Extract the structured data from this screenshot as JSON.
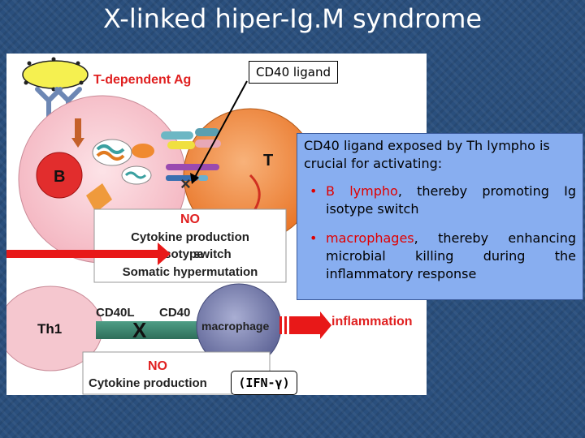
{
  "title": "X-linked hiper-Ig.M syndrome",
  "callout": {
    "label": "CD40 ligand"
  },
  "figure": {
    "t_dependent_ag": "T-dependent Ag",
    "b_cell": "B",
    "t_cell": "T",
    "no_1": "NO",
    "cytokine_production": "Cytokine production",
    "isotype": "Isotype",
    "switch": "switch",
    "somatic_hypermutation": "Somatic hypermutation",
    "th1": "Th1",
    "cd40l": "CD40L",
    "cd40": "CD40",
    "x_mark": "X",
    "macrophage": "macrophage",
    "inflammation": "inflammation",
    "no_2": "NO",
    "cytokine_production_2": "Cytokine production",
    "ifn": "(IFN-γ)"
  },
  "info": {
    "intro": "CD40 ligand exposed by Th lympho is crucial for activating:",
    "bullet_symbol": "•",
    "item1_highlight": "B lympho",
    "item1_rest": ", thereby promoting Ig isotype switch",
    "item2_highlight": "macrophages",
    "item2_rest": ", thereby enhancing microbial killing during the inflammatory response"
  },
  "colors": {
    "background": "#2a4f7d",
    "b_cell": "#f7c9d0",
    "t_cell": "#f08a3a",
    "macrophage": "#7a7fb0",
    "th1": "#f5c7cf",
    "arrow_red": "#e81818",
    "text_red": "#e02020",
    "infobox": "#88aef0"
  }
}
